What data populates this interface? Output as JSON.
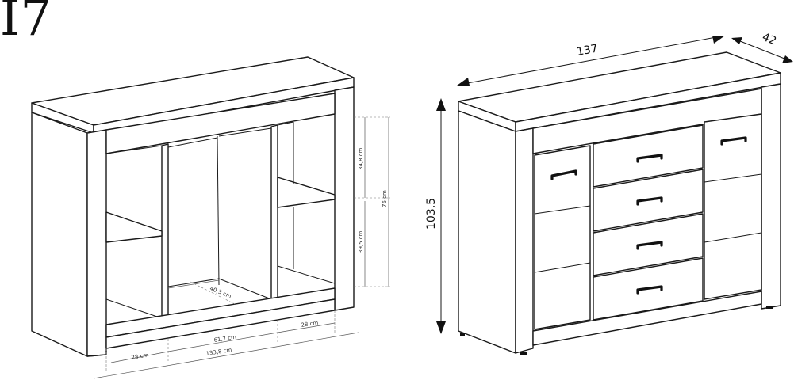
{
  "title": "I7",
  "open_view": {
    "dimensions": {
      "upper_shelf_height": "34,8 cm",
      "lower_shelf_height": "39,5 cm",
      "inner_height": "76 cm",
      "inner_depth": "40,3 cm",
      "left_width": "28 cm",
      "middle_width": "61,7 cm",
      "right_width": "28 cm",
      "inner_total_width": "133,8 cm"
    }
  },
  "closed_view": {
    "dimensions": {
      "width": "137",
      "depth": "42",
      "height": "103,5"
    },
    "drawer_count": 4,
    "door_count": 2
  }
}
